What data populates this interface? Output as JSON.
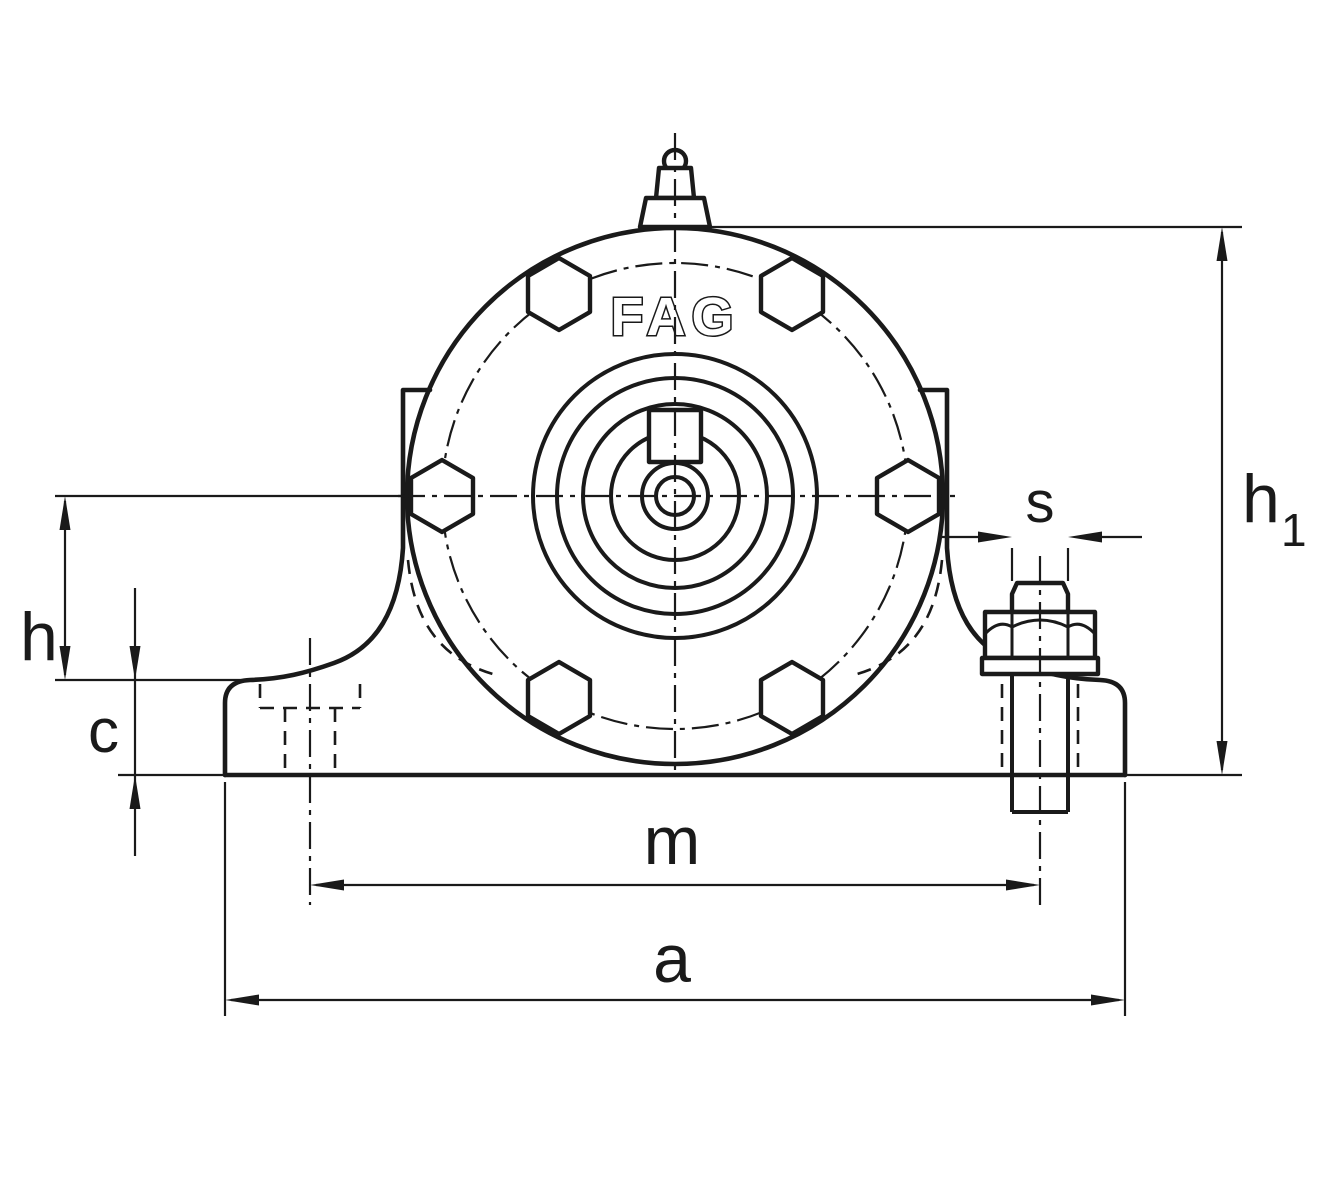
{
  "drawing": {
    "brand": "FAG",
    "labels": {
      "h1_main": "h",
      "h1_sub": "1",
      "h": "h",
      "c": "c",
      "s": "s",
      "m": "m",
      "a": "a"
    },
    "colors": {
      "line": "#1a1a1a",
      "background": "#ffffff"
    }
  }
}
